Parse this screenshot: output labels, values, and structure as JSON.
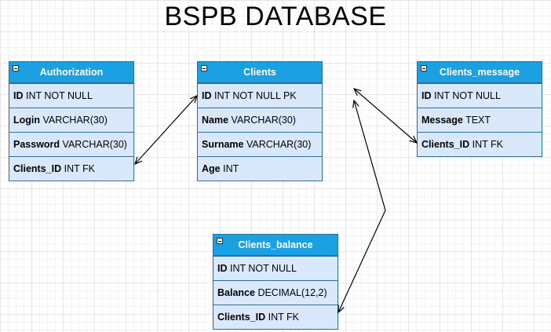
{
  "title": "BSPB DATABASE",
  "tables": {
    "authorization": {
      "name": "Authorization",
      "rows": [
        {
          "name": "ID",
          "type": "INT NOT NULL"
        },
        {
          "name": "Login",
          "type": "VARCHAR(30)"
        },
        {
          "name": "Password",
          "type": "VARCHAR(30)"
        },
        {
          "name": "Clients_ID",
          "type": "INT FK"
        }
      ]
    },
    "clients": {
      "name": "Clients",
      "rows": [
        {
          "name": "ID",
          "type": "INT NOT NULL PK"
        },
        {
          "name": "Name",
          "type": "VARCHAR(30)"
        },
        {
          "name": "Surname",
          "type": "VARCHAR(30)"
        },
        {
          "name": "Age",
          "type": "INT"
        }
      ]
    },
    "clients_message": {
      "name": "Clients_message",
      "rows": [
        {
          "name": "ID",
          "type": "INT NOT NULL"
        },
        {
          "name": "Message",
          "type": "TEXT"
        },
        {
          "name": "Clients_ID",
          "type": "INT FK"
        }
      ]
    },
    "clients_balance": {
      "name": "Clients_balance",
      "rows": [
        {
          "name": "ID",
          "type": "INT NOT NULL"
        },
        {
          "name": "Balance",
          "type": "DECIMAL(12,2)"
        },
        {
          "name": "Clients_ID",
          "type": "INT FK"
        }
      ]
    }
  },
  "colors": {
    "header": "#1ba1e2",
    "body": "#dae8fc",
    "border": "#2e6e9e"
  }
}
